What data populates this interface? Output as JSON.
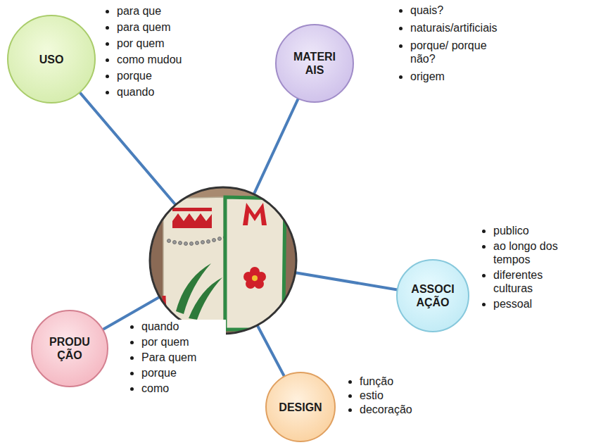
{
  "diagram": {
    "nodes": [
      {
        "text": [
          "USO",
          "para que",
          "para quem",
          "por quem",
          "como mudou",
          "porque",
          "quando"
        ]
      },
      {
        "text": [
          "MATERI AIS",
          "quais?",
          "naturais/artificiais",
          "porque/ porque não?",
          "origem"
        ]
      },
      {
        "text": [
          "ASSOCI AÇÃO",
          "publico",
          "ao longo dos tempos",
          "diferentes culturas",
          "pessoal"
        ]
      },
      {
        "text": [
          "PRODU ÇÃO",
          "quando",
          "por quem",
          "Para quem",
          "porque",
          "como"
        ]
      },
      {
        "text": [
          "DESIGN",
          "função",
          "estio",
          "decoração"
        ]
      }
    ]
  }
}
